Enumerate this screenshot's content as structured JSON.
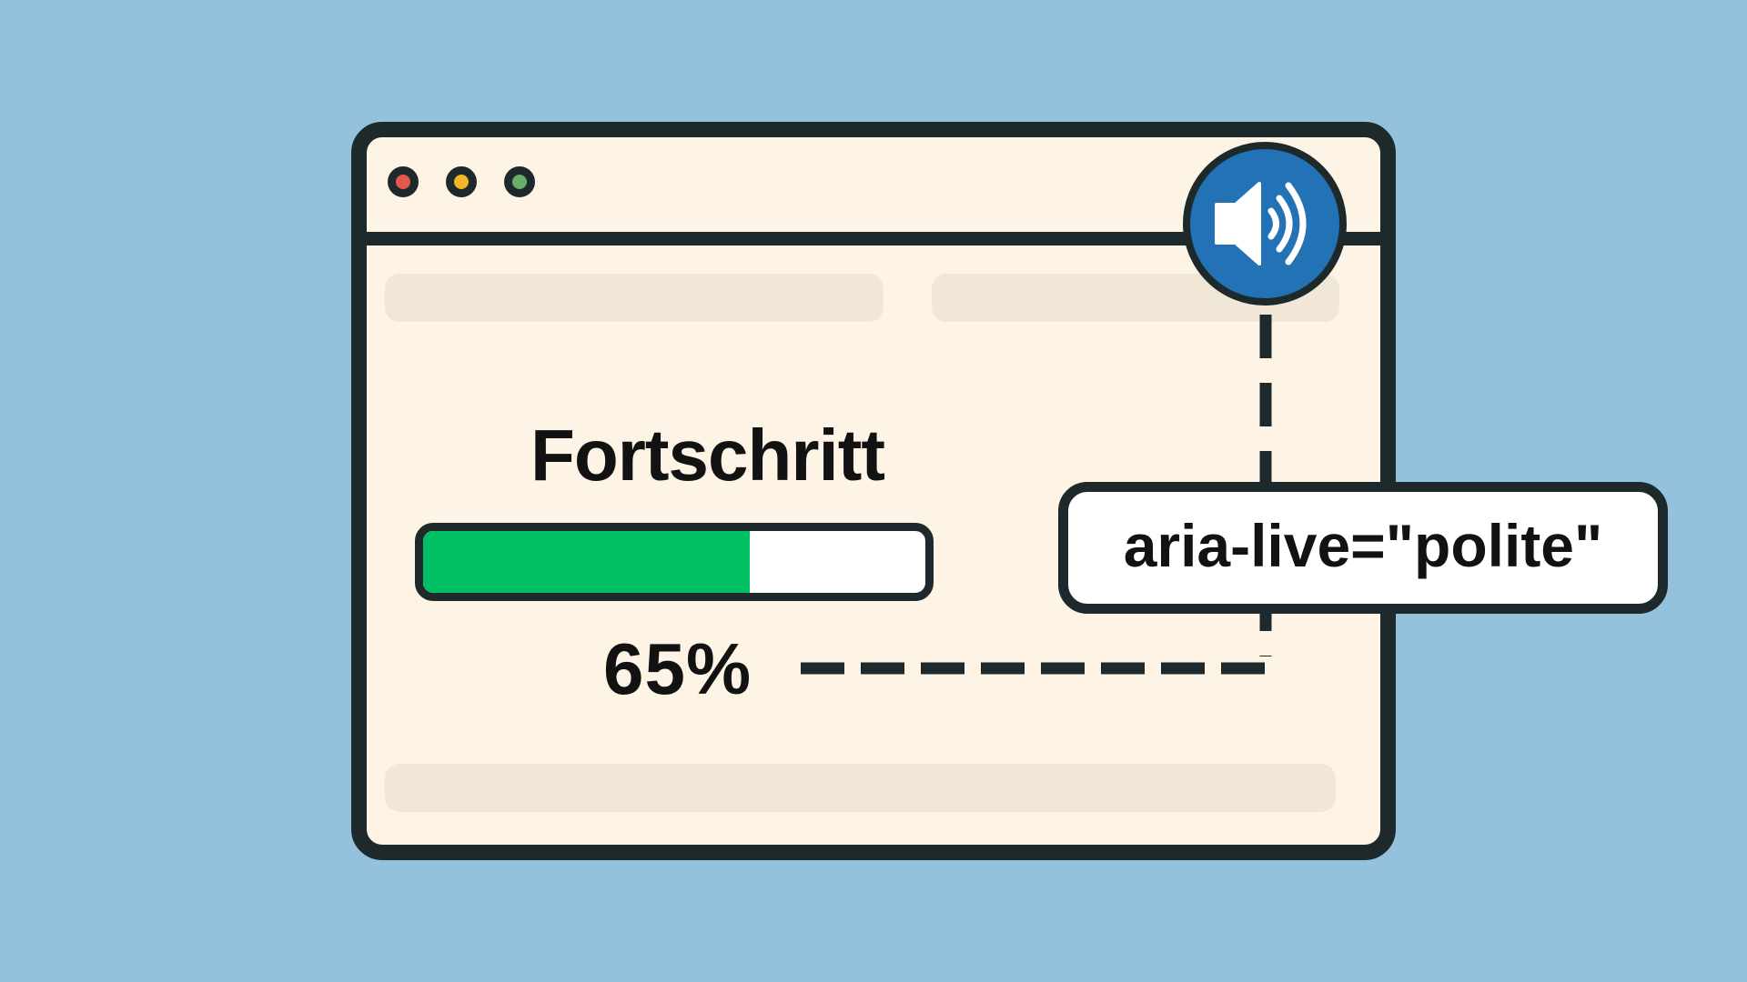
{
  "window": {
    "controls": {
      "close_color": "#e4584e",
      "minimize_color": "#f1b72a",
      "maximize_color": "#67ae66"
    }
  },
  "content": {
    "title": "Fortschritt",
    "progress": {
      "fraction": 0.65,
      "label": "65%",
      "fill_color": "#00bf63"
    }
  },
  "annotation": {
    "icon": "speaker-icon",
    "icon_color": "#2472b6",
    "attribute": "aria-live=\"polite\""
  },
  "colors": {
    "background": "#94c1dc",
    "window_bg": "#fdf4e5",
    "outline": "#1e292c"
  }
}
